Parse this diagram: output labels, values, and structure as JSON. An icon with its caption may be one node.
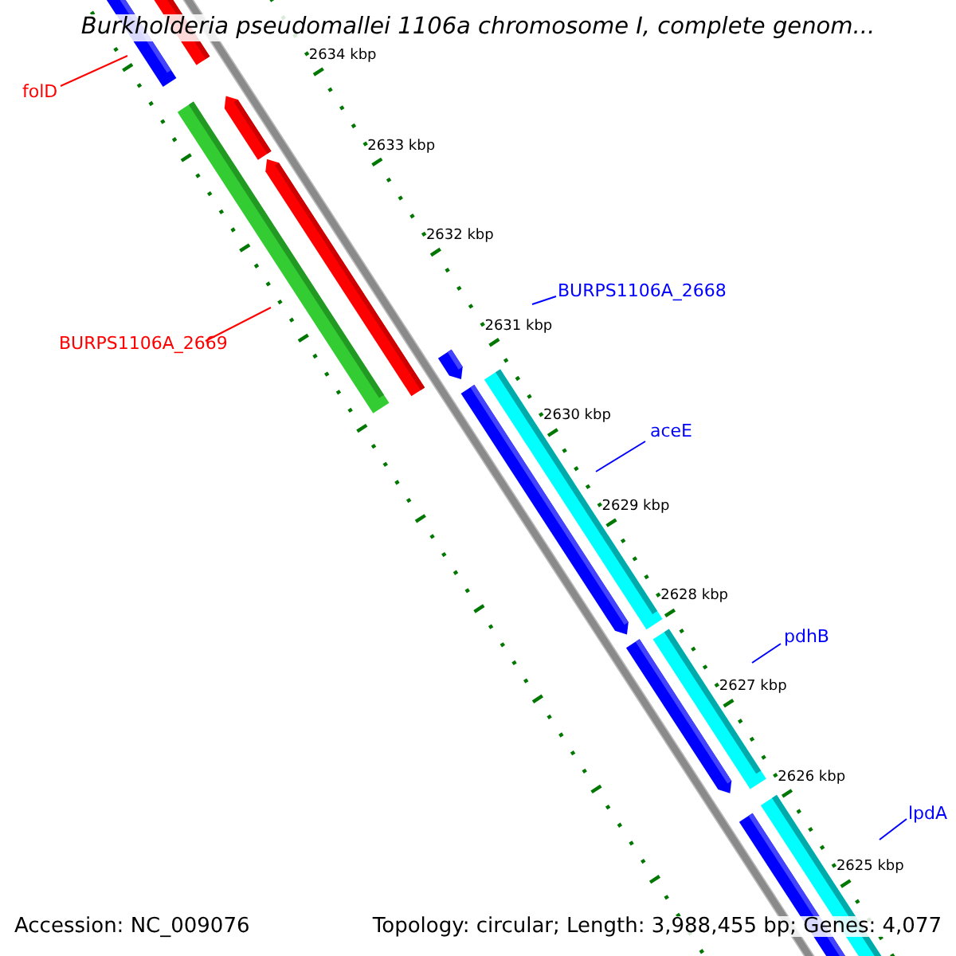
{
  "diagram": {
    "title": "Burkholderia pseudomallei 1106a chromosome I, complete genom...",
    "nodes": [
      {
        "text": [
          "folD"
        ]
      },
      {
        "text": [
          "BURPS1106A_2668"
        ]
      },
      {
        "text": [
          "BURPS1106A_2669"
        ]
      },
      {
        "text": [
          "aceE"
        ]
      },
      {
        "text": [
          "pdhB"
        ]
      },
      {
        "text": [
          "lpdA"
        ]
      }
    ],
    "edges": [
      {
        "from": 0,
        "to": null,
        "arrow": "none",
        "color": "#ff0000"
      },
      {
        "from": 1,
        "to": null,
        "arrow": "none"
      },
      {
        "from": 2,
        "to": null,
        "arrow": "none",
        "color": "#ff0000"
      },
      {
        "from": 3,
        "to": null,
        "arrow": "none"
      },
      {
        "from": 4,
        "to": null,
        "arrow": "none"
      },
      {
        "from": 5,
        "to": null,
        "arrow": "none"
      }
    ],
    "labels": [
      "2634 kbp",
      "2633 kbp",
      "2632 kbp",
      "2631 kbp",
      "2630 kbp",
      "2629 kbp",
      "2628 kbp",
      "2627 kbp",
      "2626 kbp",
      "2625 kbp",
      "Accession: NC_009076",
      "Topology: circular; Length: 3,988,455 bp; Genes: 4,077"
    ]
  }
}
